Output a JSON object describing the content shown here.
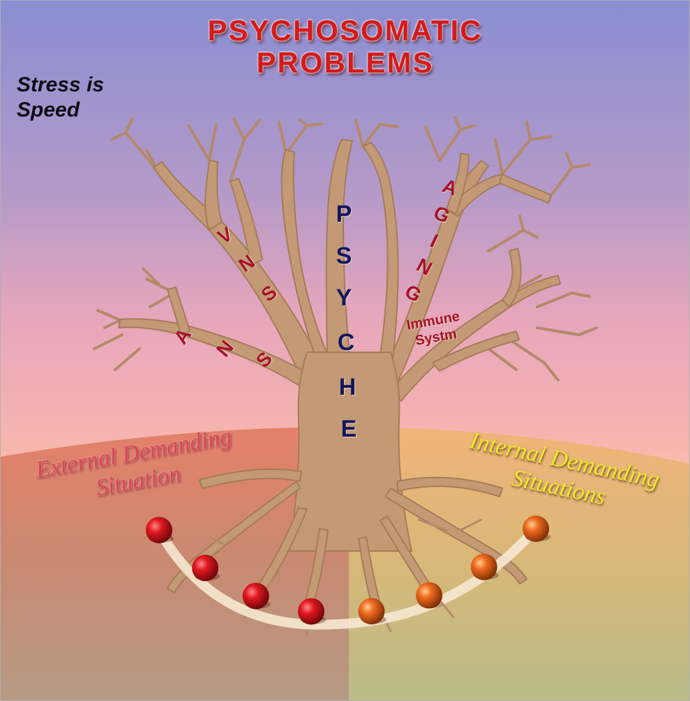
{
  "title": {
    "line1": "PSYCHOSOMATIC",
    "line2": "PROBLEMS"
  },
  "stress_note": {
    "line1": "Stress is",
    "line2": "Speed"
  },
  "trunk_word": [
    "P",
    "S",
    "Y",
    "C",
    "H",
    "E"
  ],
  "branch_words": {
    "vns": [
      "V",
      "N",
      "S"
    ],
    "ans": [
      "A",
      "N",
      "S"
    ],
    "aging": [
      "A",
      "G",
      "I",
      "N",
      "G"
    ]
  },
  "immune_label": {
    "line1": "Immune",
    "line2": "Systm"
  },
  "external_label": {
    "line1": "External Demanding",
    "line2": "Situation"
  },
  "internal_label": {
    "line1": "Internal Demanding",
    "line2": "Situations"
  },
  "beads": {
    "external_count": 4,
    "internal_count": 4,
    "external_color": "#d0101a",
    "internal_color": "#e8621c"
  },
  "colors": {
    "sky_top": "#8c8fd0",
    "sky_bottom": "#f5b5a8",
    "tree": "#c49a76",
    "ground_left": "#d87a6a",
    "ground_right": "#d9b670"
  }
}
